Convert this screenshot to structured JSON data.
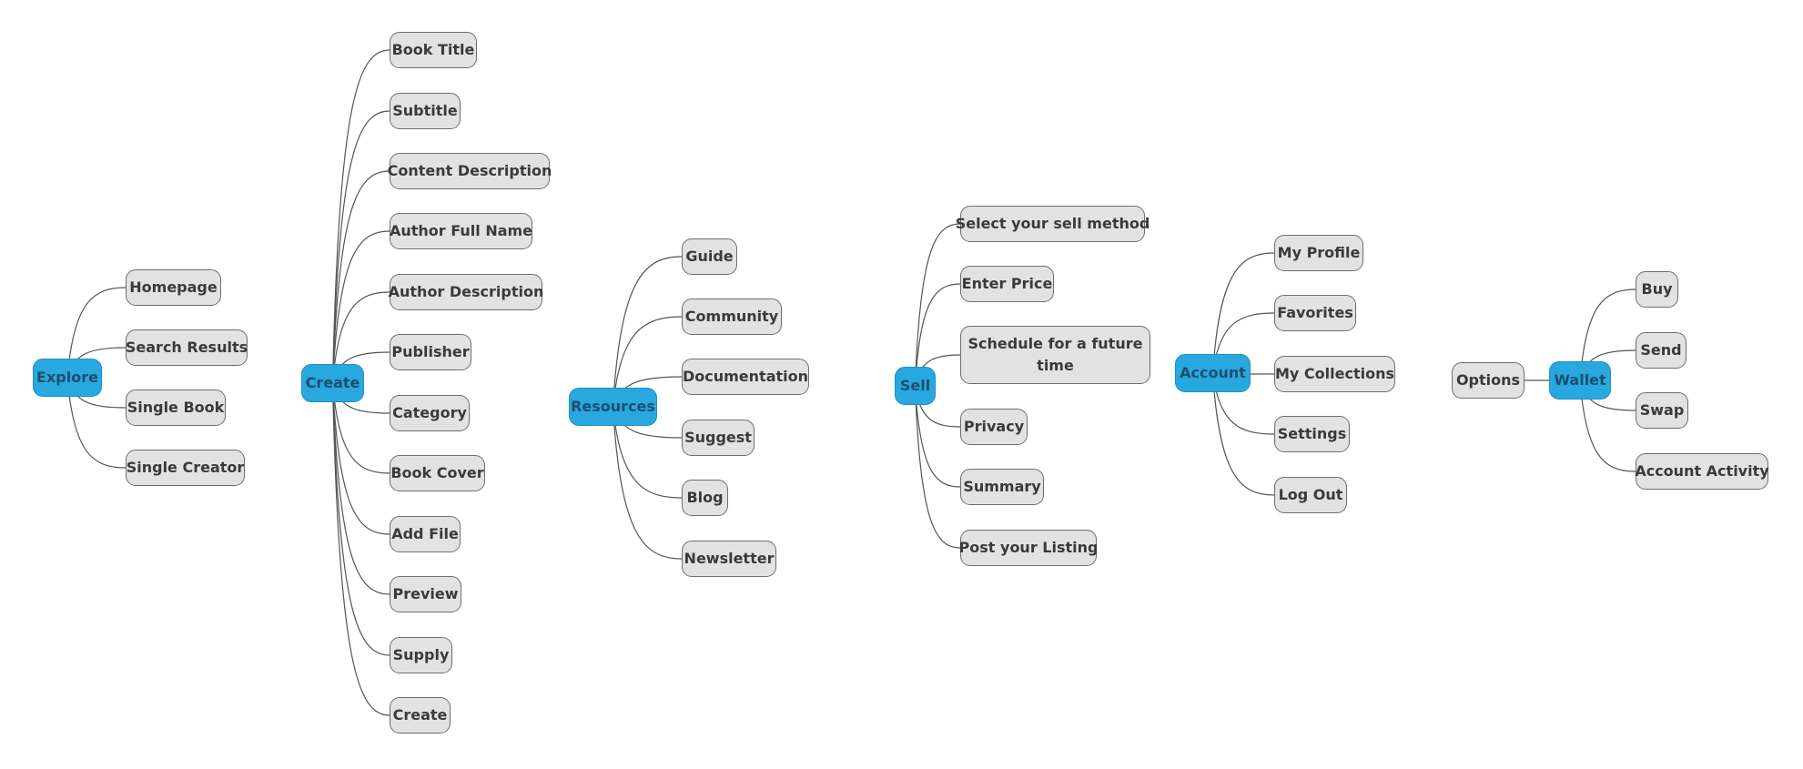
{
  "colors": {
    "root_fill": "#29a8e0",
    "root_border": "#1f8fc4",
    "leaf_fill": "#e2e2e2",
    "leaf_border": "#6e6e6e",
    "connector": "#555555"
  },
  "explore": {
    "label": "Explore",
    "children": [
      "Homepage",
      "Search Results",
      "Single Book",
      "Single Creator"
    ]
  },
  "create": {
    "label": "Create",
    "children": [
      "Book Title",
      "Subtitle",
      "Content Description",
      "Author Full Name",
      "Author Description",
      "Publisher",
      "Category",
      "Book Cover",
      "Add File",
      "Preview",
      "Supply",
      "Create"
    ]
  },
  "resources": {
    "label": "Resources",
    "children": [
      "Guide",
      "Community",
      "Documentation",
      "Suggest",
      "Blog",
      "Newsletter"
    ]
  },
  "sell": {
    "label": "Sell",
    "children": [
      "Select your sell method",
      "Enter Price",
      "Schedule for a future time",
      "Privacy",
      "Summary",
      "Post your Listing"
    ]
  },
  "account": {
    "label": "Account",
    "children": [
      "My Profile",
      "Favorites",
      "My Collections",
      "Settings",
      "Log Out"
    ]
  },
  "wallet": {
    "label": "Wallet",
    "parent": "Options",
    "children": [
      "Buy",
      "Send",
      "Swap",
      "Account Activity"
    ]
  }
}
